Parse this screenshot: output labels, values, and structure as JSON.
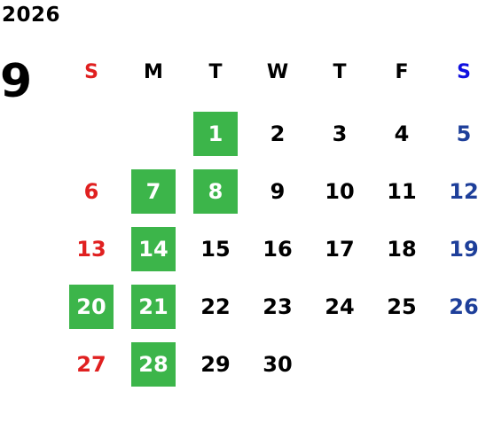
{
  "year": "2026",
  "month": "9",
  "colors": {
    "sunday": "#e02020",
    "saturday": "#1e3f9a",
    "weekday": "#000000",
    "highlight_bg": "#3cb54a",
    "highlight_text": "#ffffff"
  },
  "weekdays": [
    "S",
    "M",
    "T",
    "W",
    "T",
    "F",
    "S"
  ],
  "weekday_colors": [
    "#e02020",
    "#000000",
    "#000000",
    "#000000",
    "#000000",
    "#000000",
    "#1010e0"
  ],
  "first_weekday_index": 2,
  "days": [
    {
      "label": "1",
      "highlight": true
    },
    {
      "label": "2",
      "highlight": false
    },
    {
      "label": "3",
      "highlight": false
    },
    {
      "label": "4",
      "highlight": false
    },
    {
      "label": "5",
      "highlight": false
    },
    {
      "label": "6",
      "highlight": false
    },
    {
      "label": "7",
      "highlight": true
    },
    {
      "label": "8",
      "highlight": true
    },
    {
      "label": "9",
      "highlight": false
    },
    {
      "label": "10",
      "highlight": false
    },
    {
      "label": "11",
      "highlight": false
    },
    {
      "label": "12",
      "highlight": false
    },
    {
      "label": "13",
      "highlight": false
    },
    {
      "label": "14",
      "highlight": true
    },
    {
      "label": "15",
      "highlight": false
    },
    {
      "label": "16",
      "highlight": false
    },
    {
      "label": "17",
      "highlight": false
    },
    {
      "label": "18",
      "highlight": false
    },
    {
      "label": "19",
      "highlight": false
    },
    {
      "label": "20",
      "highlight": true
    },
    {
      "label": "21",
      "highlight": true
    },
    {
      "label": "22",
      "highlight": false
    },
    {
      "label": "23",
      "highlight": false
    },
    {
      "label": "24",
      "highlight": false
    },
    {
      "label": "25",
      "highlight": false
    },
    {
      "label": "26",
      "highlight": false
    },
    {
      "label": "27",
      "highlight": false
    },
    {
      "label": "28",
      "highlight": true
    },
    {
      "label": "29",
      "highlight": false
    },
    {
      "label": "30",
      "highlight": false
    }
  ]
}
